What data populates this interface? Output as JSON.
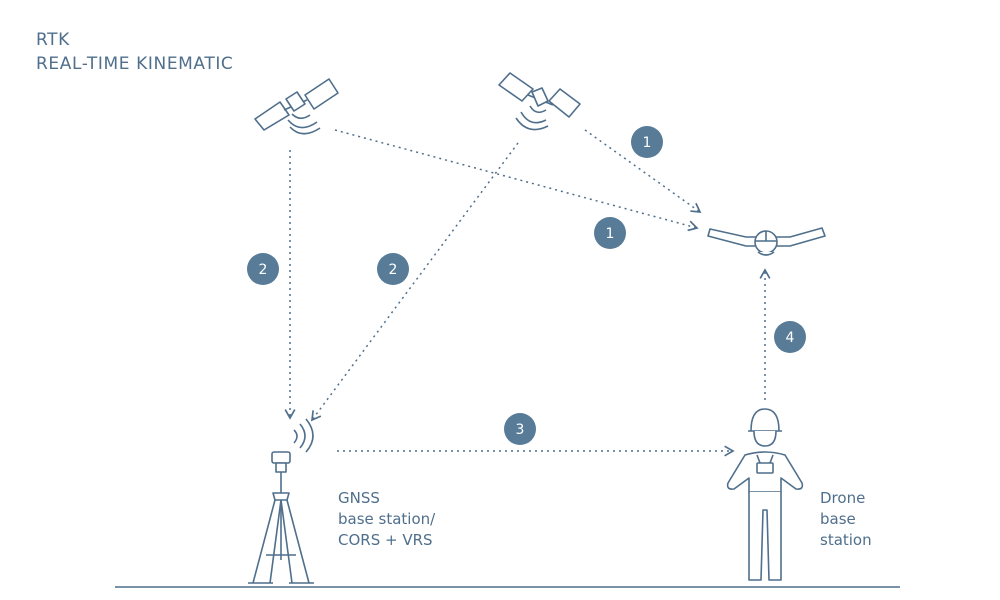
{
  "title": {
    "line1": "RTK",
    "line2": "REAL-TIME KINEMATIC"
  },
  "labels": {
    "gnss": "GNSS\nbase station/\nCORS + VRS",
    "drone": "Drone\nbase\nstation"
  },
  "steps": [
    "1",
    "1",
    "2",
    "2",
    "3",
    "4"
  ],
  "colors": {
    "stroke": "#4f6f8c",
    "badge": "#587b98",
    "text": "#4f6f8c"
  }
}
